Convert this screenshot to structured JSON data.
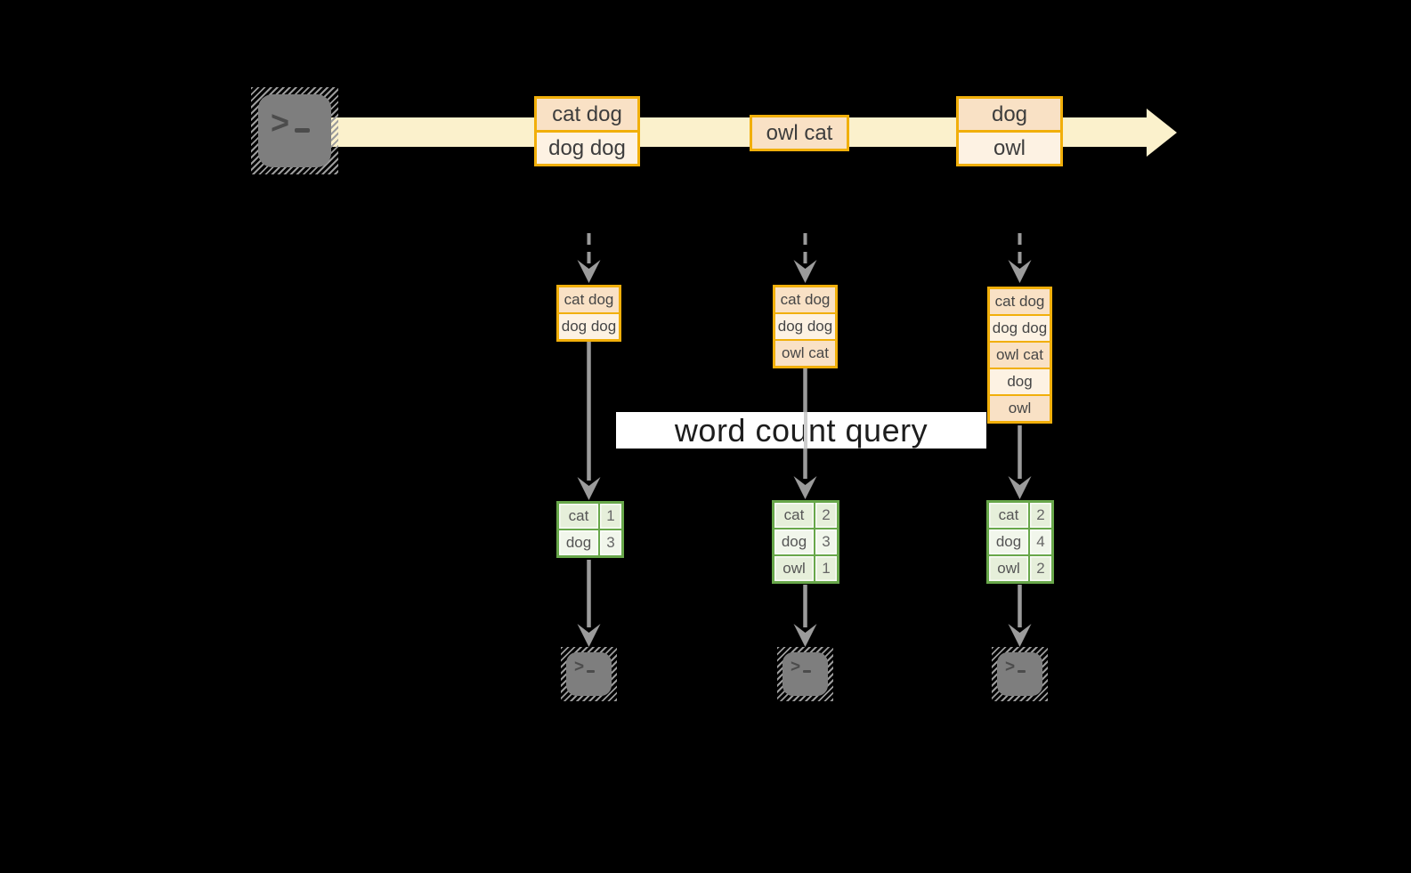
{
  "query": {
    "label": "word count query"
  },
  "stream": {
    "source_icon": "terminal-icon",
    "events": [
      {
        "lines": [
          "cat dog",
          "dog dog"
        ]
      },
      {
        "lines": [
          "owl cat"
        ]
      },
      {
        "lines": [
          "dog",
          "owl"
        ]
      }
    ]
  },
  "columns": [
    {
      "accumulated": [
        "cat dog",
        "dog dog"
      ],
      "counts": [
        {
          "word": "cat",
          "count": "1"
        },
        {
          "word": "dog",
          "count": "3"
        }
      ],
      "sink_icon": "terminal-icon"
    },
    {
      "accumulated": [
        "cat dog",
        "dog dog",
        "owl cat"
      ],
      "counts": [
        {
          "word": "cat",
          "count": "2"
        },
        {
          "word": "dog",
          "count": "3"
        },
        {
          "word": "owl",
          "count": "1"
        }
      ],
      "sink_icon": "terminal-icon"
    },
    {
      "accumulated": [
        "cat dog",
        "dog dog",
        "owl cat",
        "dog",
        "owl"
      ],
      "counts": [
        {
          "word": "cat",
          "count": "2"
        },
        {
          "word": "dog",
          "count": "4"
        },
        {
          "word": "owl",
          "count": "2"
        }
      ],
      "sink_icon": "terminal-icon"
    }
  ],
  "colors": {
    "background": "#000000",
    "stream_band": "#fbf1cc",
    "event_border": "#f1af0a",
    "event_fill_dark": "#f9e1c5",
    "event_fill_light": "#fdf2e3",
    "table_border": "#68a74a",
    "table_fill_dark": "#e6efda",
    "table_fill_light": "#f1f6eb",
    "arrow": "#9b9b9b",
    "terminal_fill": "#7e7e7e",
    "banner_background": "#ffffff"
  }
}
